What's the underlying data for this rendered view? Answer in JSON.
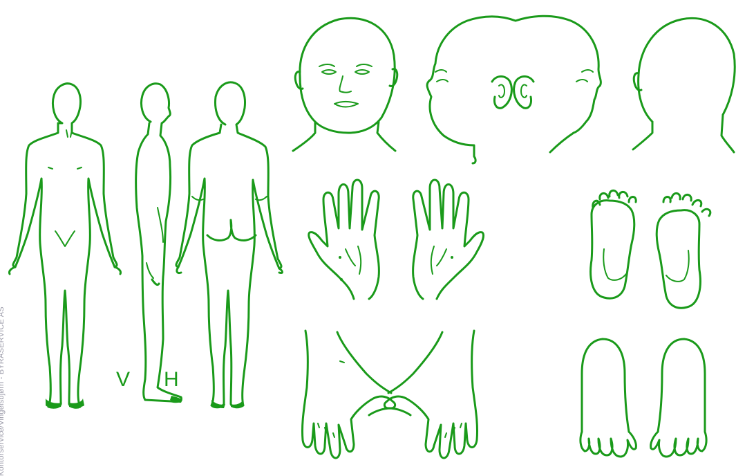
{
  "labels": {
    "side_view_v": "V",
    "side_view_h": "H"
  },
  "footer": {
    "credit": "Kontorservice/Vingelsbjørn - BYRASERVICE AS"
  },
  "style": {
    "line_color": "#1a9a1a",
    "background": "#ffffff",
    "credit_color": "#9a9aa8"
  }
}
